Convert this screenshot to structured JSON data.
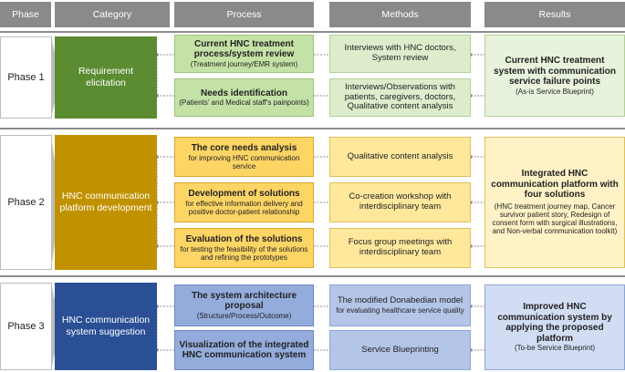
{
  "headers": {
    "phase": "Phase",
    "category": "Category",
    "process": "Process",
    "methods": "Methods",
    "results": "Results"
  },
  "phases": [
    {
      "label": "Phase 1",
      "category": "Requirement elicitation",
      "color": "#5b8c32",
      "processes": [
        {
          "title": "Current HNC treatment process/system review",
          "sub": "(Treatment journey/EMR system)"
        },
        {
          "title": "Needs identification",
          "sub": "(Patients' and Medical staff's painpoints)"
        }
      ],
      "methods": [
        "Interviews with HNC doctors, System review",
        "Interviews/Observations with patients, caregivers, doctors, Qualitative content analysis"
      ],
      "result": {
        "title": "Current HNC treatment system with communication service failure points",
        "sub": "(As-is Service Blueprint)"
      }
    },
    {
      "label": "Phase 2",
      "category": "HNC communication platform development",
      "color": "#c19200",
      "processes": [
        {
          "title": "The core needs analysis",
          "sub": "for improving HNC communication service"
        },
        {
          "title": "Development of solutions",
          "sub": "for effective information delivery and positive doctor-patient relationship"
        },
        {
          "title": "Evaluation of the solutions",
          "sub": "for testing the feasibility of the solutions and refining the prototypes"
        }
      ],
      "methods": [
        "Qualitative content analysis",
        "Co-creation workshop with interdisciplinary team",
        "Focus group meetings with interdisciplinary team"
      ],
      "result": {
        "title": "Integrated HNC communication platform with four solutions",
        "sub": "(HNC treatment journey map, Cancer survivor patient story, Redesign of consent form with surgical illustrations, and Non-verbal communication toolkit)"
      }
    },
    {
      "label": "Phase 3",
      "category": "HNC communication system suggestion",
      "color": "#2a4f94",
      "processes": [
        {
          "title": "The system architecture proposal",
          "sub": "(Structure/Process/Outcome)"
        },
        {
          "title": "Visualization of the integrated HNC communication system",
          "sub": ""
        }
      ],
      "methods": [
        {
          "main": "The modified Donabedian model",
          "sub": "for evaluating healthcare service quality"
        },
        "Service Blueprinting"
      ],
      "result": {
        "title": "Improved HNC communication system by applying the proposed platform",
        "sub": "(To-be Service Blueprint)"
      }
    }
  ]
}
